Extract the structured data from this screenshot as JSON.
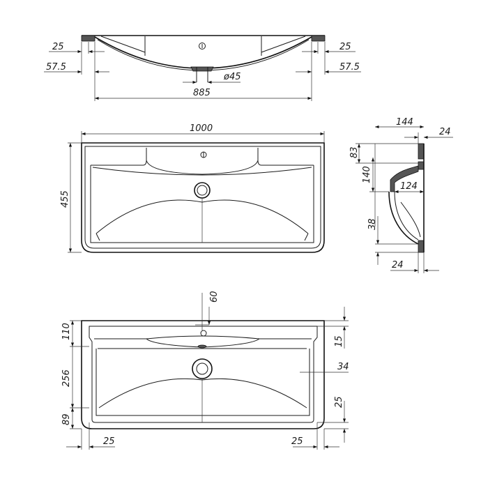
{
  "section_view": {
    "dims": {
      "left_25": "25",
      "left_57_5": "57.5",
      "right_25": "25",
      "right_57_5": "57.5",
      "drain_dia": "ø45",
      "inner_width": "885"
    }
  },
  "plan_view": {
    "dims": {
      "width": "1000",
      "depth": "455"
    }
  },
  "side_view": {
    "dims": {
      "top_144": "144",
      "top_24": "24",
      "h_83": "83",
      "h_140": "140",
      "d_124": "124",
      "h_38": "38",
      "bottom_24": "24"
    }
  },
  "bottom_view": {
    "dims": {
      "tap_60": "60",
      "left_110": "110",
      "left_256": "256",
      "left_89": "89",
      "bottom_left_25": "25",
      "bottom_right_25": "25",
      "right_15": "15",
      "right_34": "34",
      "right_25": "25"
    }
  }
}
